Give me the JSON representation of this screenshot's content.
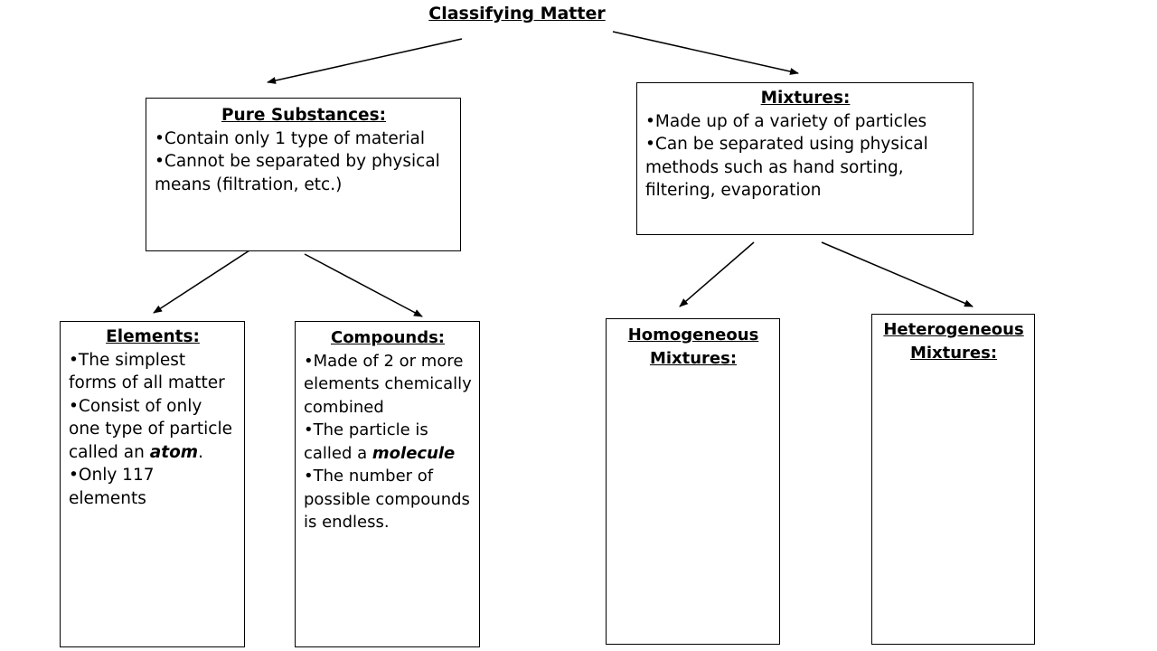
{
  "title": "Classifying Matter",
  "pure_substances": {
    "heading": "Pure Substances:",
    "bullets": [
      "Contain only 1 type of material",
      "Cannot be separated by physical means (filtration, etc.)"
    ]
  },
  "mixtures": {
    "heading": "Mixtures:",
    "bullets": [
      "Made up of a variety of particles",
      "Can be separated using physical methods such as hand sorting, filtering, evaporation"
    ]
  },
  "elements": {
    "heading": "Elements:",
    "bullet_1": "The simplest forms of all matter",
    "bullet_2_text": "Consist of only one type of particle called an ",
    "bullet_2_term": "atom",
    "bullet_2_end": ".",
    "bullet_3": "Only 117 elements"
  },
  "compounds": {
    "heading": "Compounds:",
    "bullet_1": "Made of 2 or more elements chemically combined",
    "bullet_2_text": "The particle is called a ",
    "bullet_2_term": "molecule",
    "bullet_3": "The number of possible compounds is endless."
  },
  "homogeneous_mixtures": {
    "heading": "Homogeneous Mixtures:"
  },
  "heterogeneous_mixtures": {
    "heading": "Heterogeneous Mixtures:"
  },
  "colors": {
    "line": "#000000",
    "background": "#ffffff"
  }
}
